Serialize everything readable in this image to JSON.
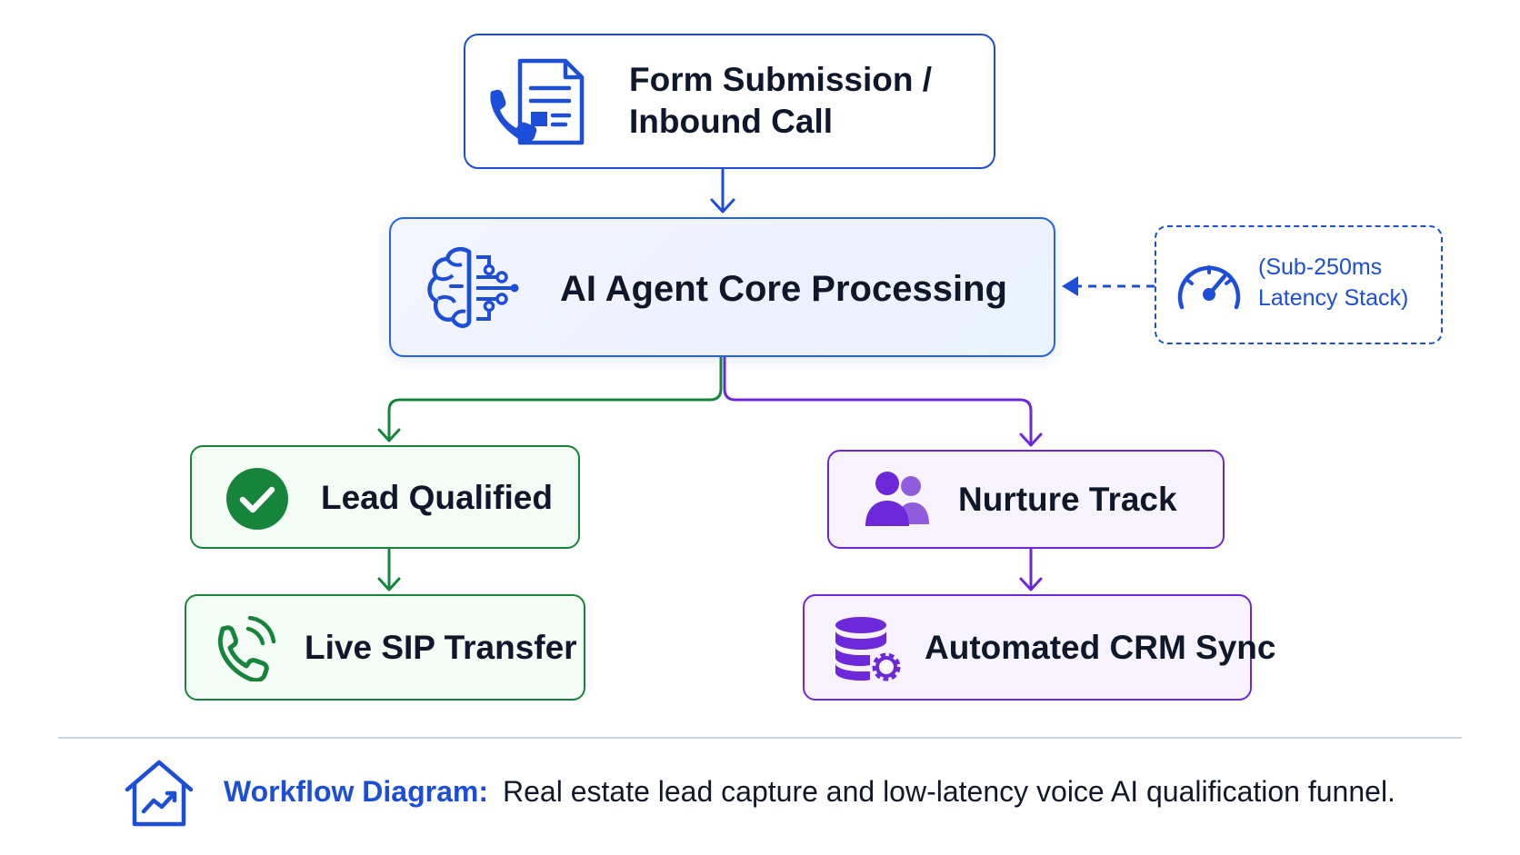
{
  "nodes": {
    "input": {
      "line1": "Form Submission /",
      "line2": "Inbound Call",
      "icon": "phone-form-icon"
    },
    "core": {
      "label": "AI Agent Core Processing",
      "icon": "brain-circuit-icon"
    },
    "latency": {
      "line1": "(Sub-250ms",
      "line2": "Latency Stack)",
      "icon": "speedometer-icon"
    },
    "qualified": {
      "label": "Lead Qualified",
      "icon": "check-circle-icon"
    },
    "transfer": {
      "label": "Live SIP Transfer",
      "icon": "phone-ringing-icon"
    },
    "nurture": {
      "label": "Nurture Track",
      "icon": "users-icon"
    },
    "crm": {
      "label": "Automated CRM Sync",
      "icon": "database-gear-icon"
    }
  },
  "caption": {
    "title": "Workflow Diagram:",
    "text": "Real estate lead capture and low-latency voice AI qualification funnel.",
    "icon": "house-chart-icon"
  },
  "colors": {
    "blue": "#1d4ed8",
    "green": "#16843a",
    "purple": "#6d28d9",
    "text": "#0f172a"
  }
}
